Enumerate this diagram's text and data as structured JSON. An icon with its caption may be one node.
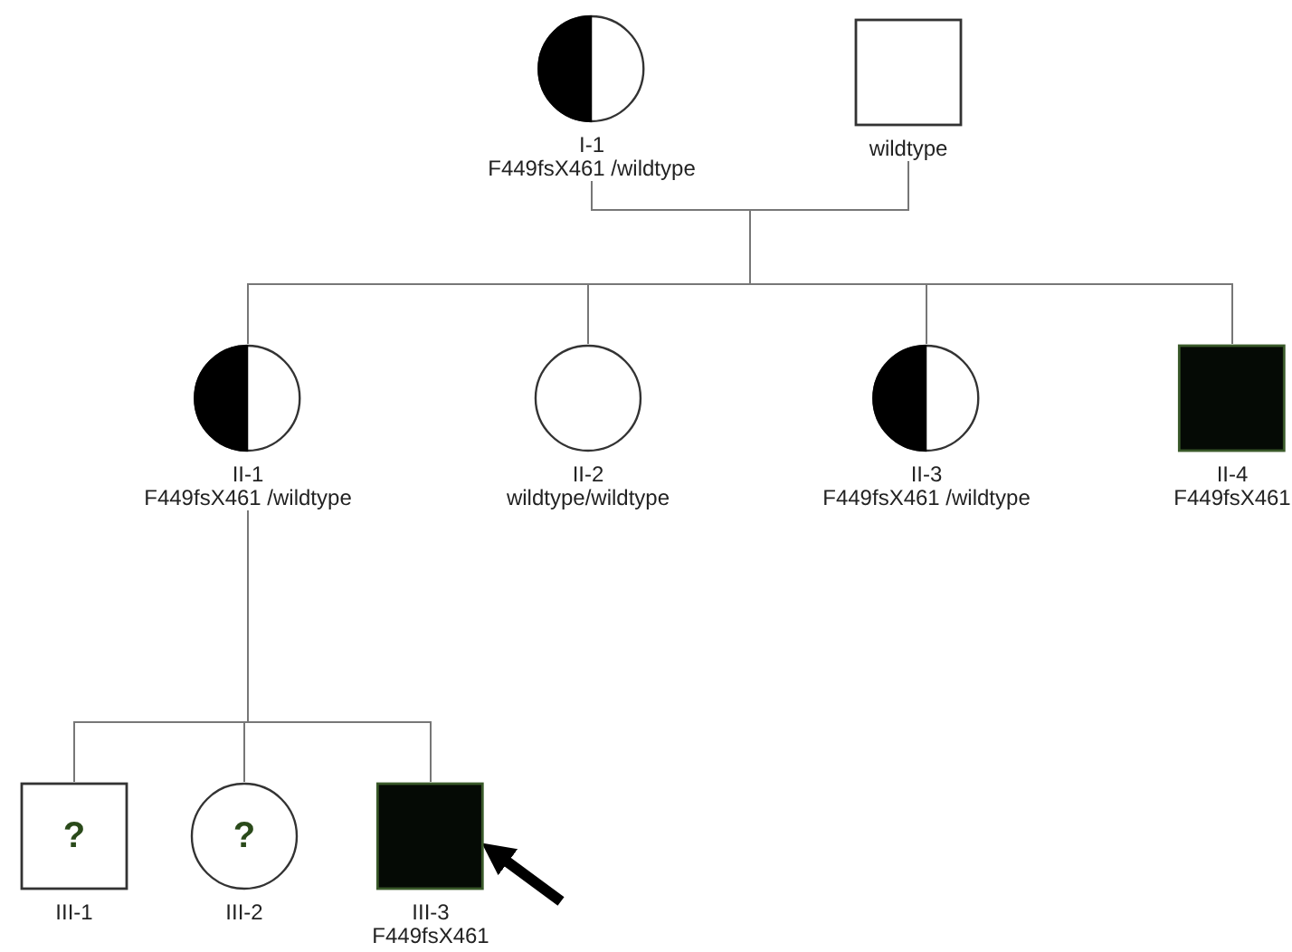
{
  "diagram": {
    "nodes": [
      {
        "text": [],
        "shape": "circle",
        "beside": [
          "I-1",
          "F449fsX461 /wildtype"
        ]
      },
      {
        "text": [],
        "shape": "box",
        "beside": [
          "wildtype"
        ]
      },
      {
        "text": [],
        "shape": "circle",
        "beside": [
          "II-1",
          "F449fsX461 /wildtype"
        ]
      },
      {
        "text": [],
        "shape": "circle",
        "beside": [
          "II-2",
          "wildtype/wildtype"
        ]
      },
      {
        "text": [],
        "shape": "circle",
        "beside": [
          "II-3",
          "F449fsX461 /wildtype"
        ]
      },
      {
        "text": [],
        "shape": "box",
        "beside": [
          "II-4",
          "F449fsX461"
        ]
      },
      {
        "text": [
          "?"
        ],
        "beside": [
          "III-1"
        ]
      },
      {
        "text": [
          "?"
        ],
        "beside": [
          "III-2"
        ]
      },
      {
        "text": [],
        "shape": "box",
        "beside": [
          "III-3",
          "F449fsX461"
        ]
      }
    ],
    "edges": [
      {
        "from": 0,
        "to": 2,
        "arrow": "none"
      },
      {
        "from": 0,
        "to": 3,
        "arrow": "none"
      },
      {
        "from": 0,
        "to": 4,
        "arrow": "none"
      },
      {
        "from": 0,
        "to": 5,
        "arrow": "none"
      },
      {
        "from": 1,
        "to": 2,
        "arrow": "none"
      },
      {
        "from": 1,
        "to": 3,
        "arrow": "none"
      },
      {
        "from": 1,
        "to": 4,
        "arrow": "none"
      },
      {
        "from": 1,
        "to": 5,
        "arrow": "none"
      },
      {
        "from": 2,
        "to": 6,
        "arrow": "none"
      },
      {
        "from": 2,
        "to": 7,
        "arrow": "none"
      },
      {
        "from": 2,
        "to": 8,
        "arrow": "none"
      },
      {
        "from": null,
        "to": 8,
        "arrow": "to",
        "style": "thick",
        "color": "#000000"
      }
    ]
  }
}
